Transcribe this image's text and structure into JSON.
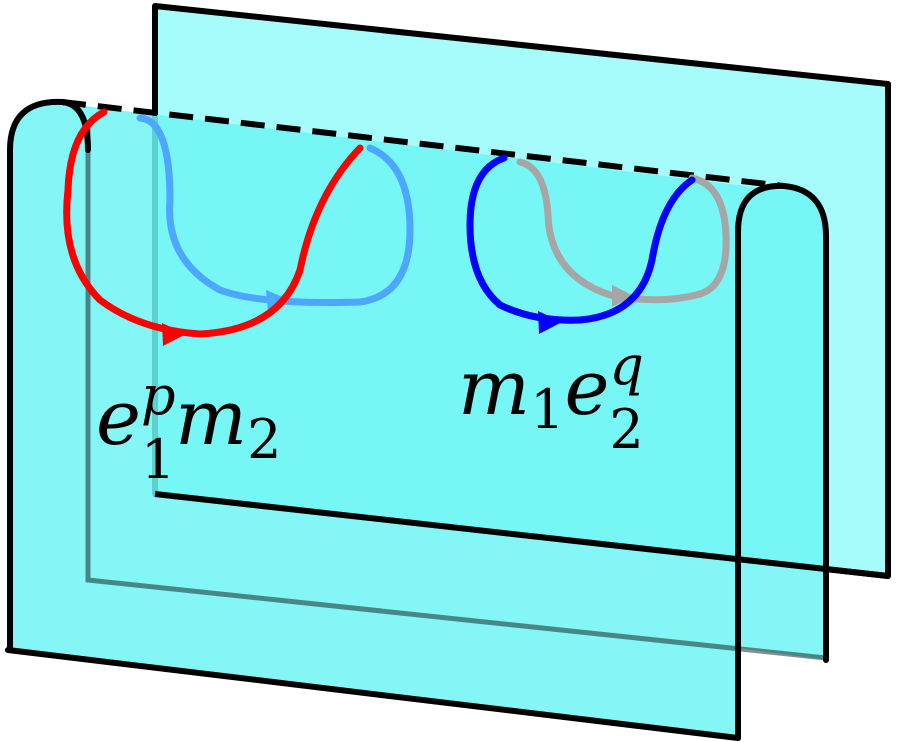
{
  "colors": {
    "sheet_fill_back": "#a6fbfb",
    "sheet_fill_front": "#6ff5f5",
    "outline": "#000000",
    "loop_red": "#ff0000",
    "loop_light_blue": "#4da6ff",
    "loop_blue": "#0000ff",
    "loop_gray": "#a6a6a6"
  },
  "labels": {
    "left": {
      "base1": "e",
      "sub1": "1",
      "sup1": "p",
      "base2": "m",
      "sub2": "2"
    },
    "right": {
      "base1": "m",
      "sub1": "1",
      "base2": "e",
      "sub2": "2",
      "sup2": "q"
    }
  }
}
